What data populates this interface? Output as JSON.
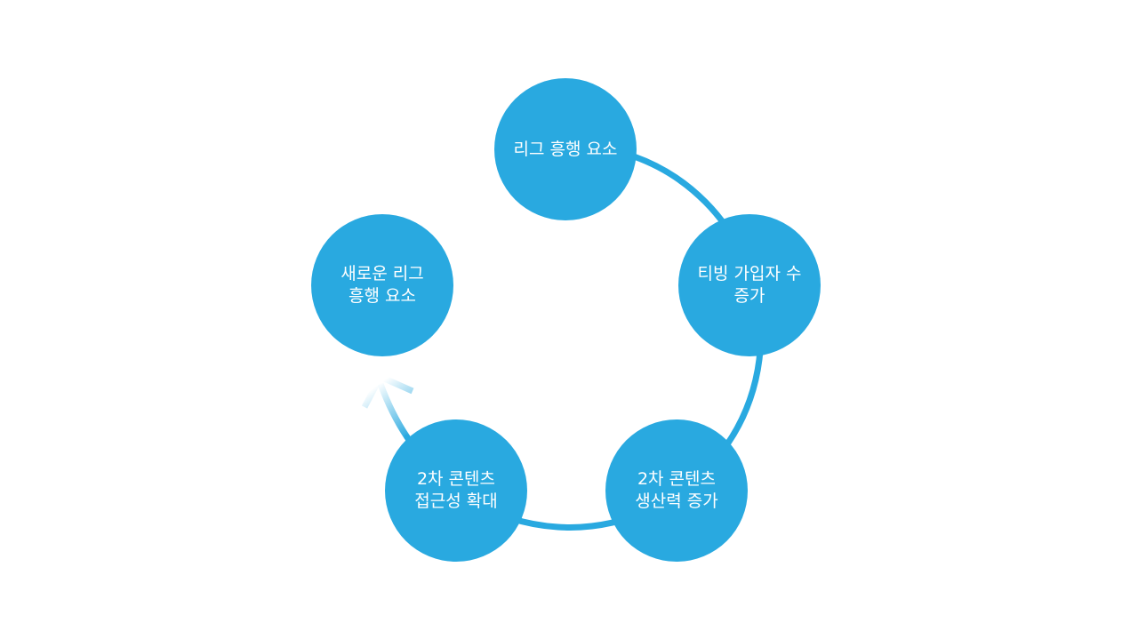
{
  "diagram": {
    "type": "cycle",
    "accent_color": "#29a9e0",
    "nodes": [
      {
        "label": "리그 흥행 요소"
      },
      {
        "label": "티빙 가입자 수\n증가"
      },
      {
        "label": "2차 콘텐츠\n생산력 증가"
      },
      {
        "label": "2차 콘텐츠\n접근성 확대"
      },
      {
        "label": "새로운 리그\n흥행 요소"
      }
    ],
    "connector_icon": "arrow-icon"
  }
}
